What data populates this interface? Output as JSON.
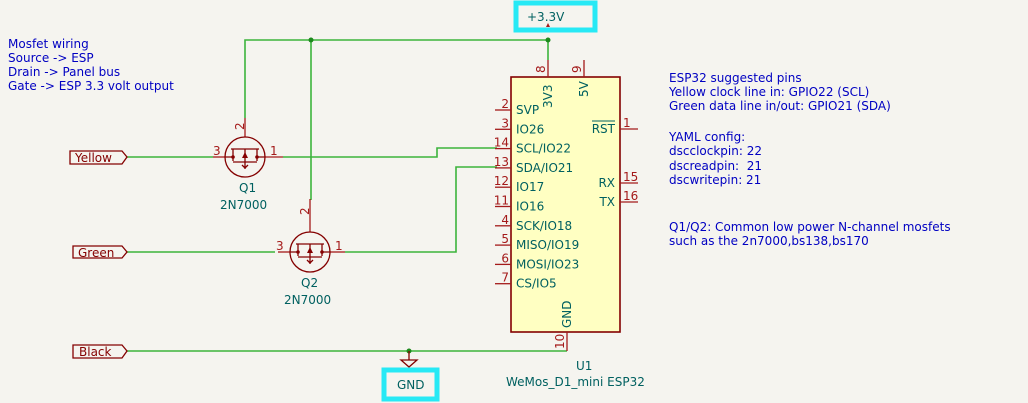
{
  "notes": {
    "mosfet_wiring": [
      "Mosfet wiring",
      "Source -> ESP",
      "Drain -> Panel bus",
      "Gate -> ESP 3.3 volt output"
    ],
    "esp_pins": [
      "ESP32 suggested pins",
      "Yellow clock line in: GPIO22 (SCL)",
      "Green data line in/out: GPIO21 (SDA)"
    ],
    "yaml": [
      "YAML config:",
      "dscclockpin: 22",
      "dscreadpin:  21",
      "dscwritepin: 21"
    ],
    "mosfets": [
      "Q1/Q2: Common low power N-channel mosfets",
      "such as the 2n7000,bs138,bs170"
    ]
  },
  "power": {
    "vcc": "+3.3V",
    "gnd": "GND"
  },
  "labels": {
    "yellow": "Yellow",
    "green": "Green",
    "black": "Black"
  },
  "q1": {
    "ref": "Q1",
    "value": "2N7000",
    "pin_gate": "2",
    "pin_left": "3",
    "pin_right": "1"
  },
  "q2": {
    "ref": "Q2",
    "value": "2N7000",
    "pin_gate": "2",
    "pin_left": "3",
    "pin_right": "1"
  },
  "u1": {
    "ref": "U1",
    "value": "WeMos_D1_mini ESP32",
    "top_pins": [
      {
        "num": "8",
        "name": "3V3"
      },
      {
        "num": "9",
        "name": "5V"
      }
    ],
    "left_pins": [
      {
        "num": "2",
        "name": "SVP"
      },
      {
        "num": "3",
        "name": "IO26"
      },
      {
        "num": "14",
        "name": "SCL/IO22"
      },
      {
        "num": "13",
        "name": "SDA/IO21"
      },
      {
        "num": "12",
        "name": "IO17"
      },
      {
        "num": "11",
        "name": "IO16"
      },
      {
        "num": "4",
        "name": "SCK/IO18"
      },
      {
        "num": "5",
        "name": "MISO/IO19"
      },
      {
        "num": "6",
        "name": "MOSI/IO23"
      },
      {
        "num": "7",
        "name": "CS/IO5"
      }
    ],
    "right_pins": [
      {
        "num": "1",
        "name": "RST"
      },
      {
        "num": "15",
        "name": "RX"
      },
      {
        "num": "16",
        "name": "TX"
      }
    ],
    "bottom_pin": {
      "num": "10",
      "name": "GND"
    }
  },
  "colors": {
    "wire": "#3cb43c",
    "symbol": "#840000",
    "body_fill": "#ffffc2",
    "note_text": "#0000c2",
    "ref_text": "#006060",
    "highlight": "#27e9f5"
  }
}
